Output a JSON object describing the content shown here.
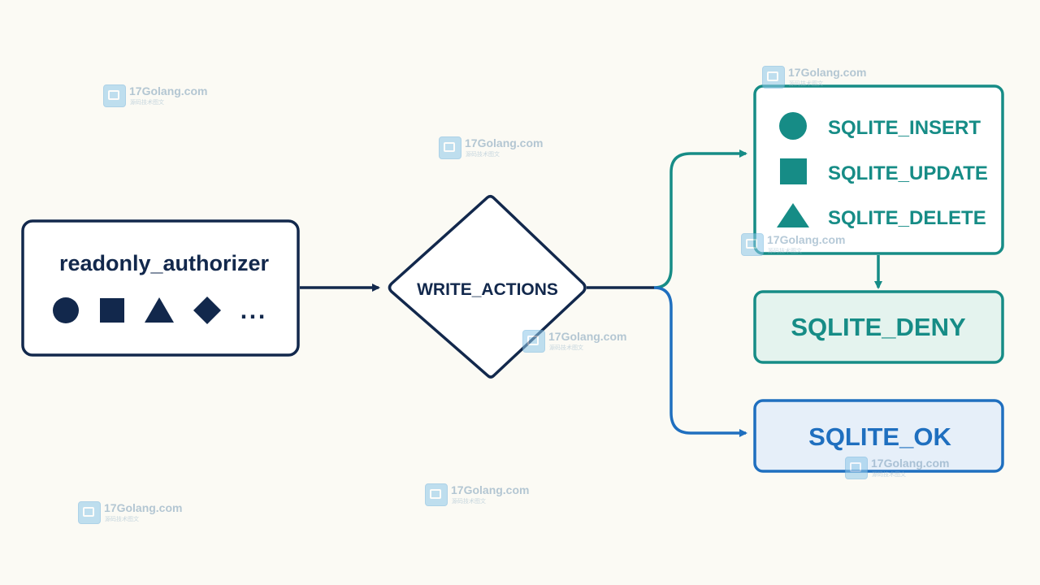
{
  "source": {
    "title": "readonly_authorizer",
    "more": "..."
  },
  "decision": {
    "label": "WRITE_ACTIONS"
  },
  "write_actions": {
    "items": [
      {
        "label": "SQLITE_INSERT",
        "shape": "circle-icon"
      },
      {
        "label": "SQLITE_UPDATE",
        "shape": "square-icon"
      },
      {
        "label": "SQLITE_DELETE",
        "shape": "triangle-icon"
      }
    ]
  },
  "deny": {
    "label": "SQLITE_DENY"
  },
  "ok": {
    "label": "SQLITE_OK"
  },
  "watermark": {
    "text": "17Golang.com",
    "sub": "源码技术图文"
  },
  "colors": {
    "navy": "#12284c",
    "teal": "#168c86",
    "teal_fill": "#e4f3ee",
    "blue": "#1f6fbf",
    "blue_fill": "#e6eff9",
    "background": "#fbfaf4"
  }
}
